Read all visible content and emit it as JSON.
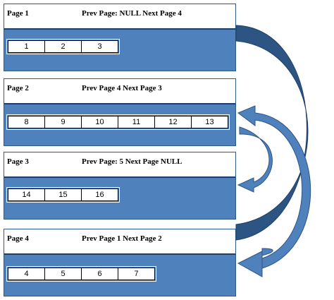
{
  "pages": [
    {
      "name": "Page 1",
      "links": "Prev Page: NULL Next Page 4",
      "cells": [
        "1",
        "2",
        "3"
      ]
    },
    {
      "name": "Page 2",
      "links": "Prev Page 4 Next Page 3",
      "cells": [
        "8",
        "9",
        "10",
        "11",
        "12",
        "13"
      ]
    },
    {
      "name": "Page 3",
      "links": "Prev Page: 5 Next Page NULL",
      "cells": [
        "14",
        "15",
        "16"
      ]
    },
    {
      "name": "Page 4",
      "links": "Prev Page 1 Next Page 2",
      "cells": [
        "4",
        "5",
        "6",
        "7"
      ]
    }
  ],
  "colors": {
    "panel_fill": "#4f81bd",
    "arrow_fill": "#4f81bd",
    "arrow_stroke": "#2c5584"
  }
}
